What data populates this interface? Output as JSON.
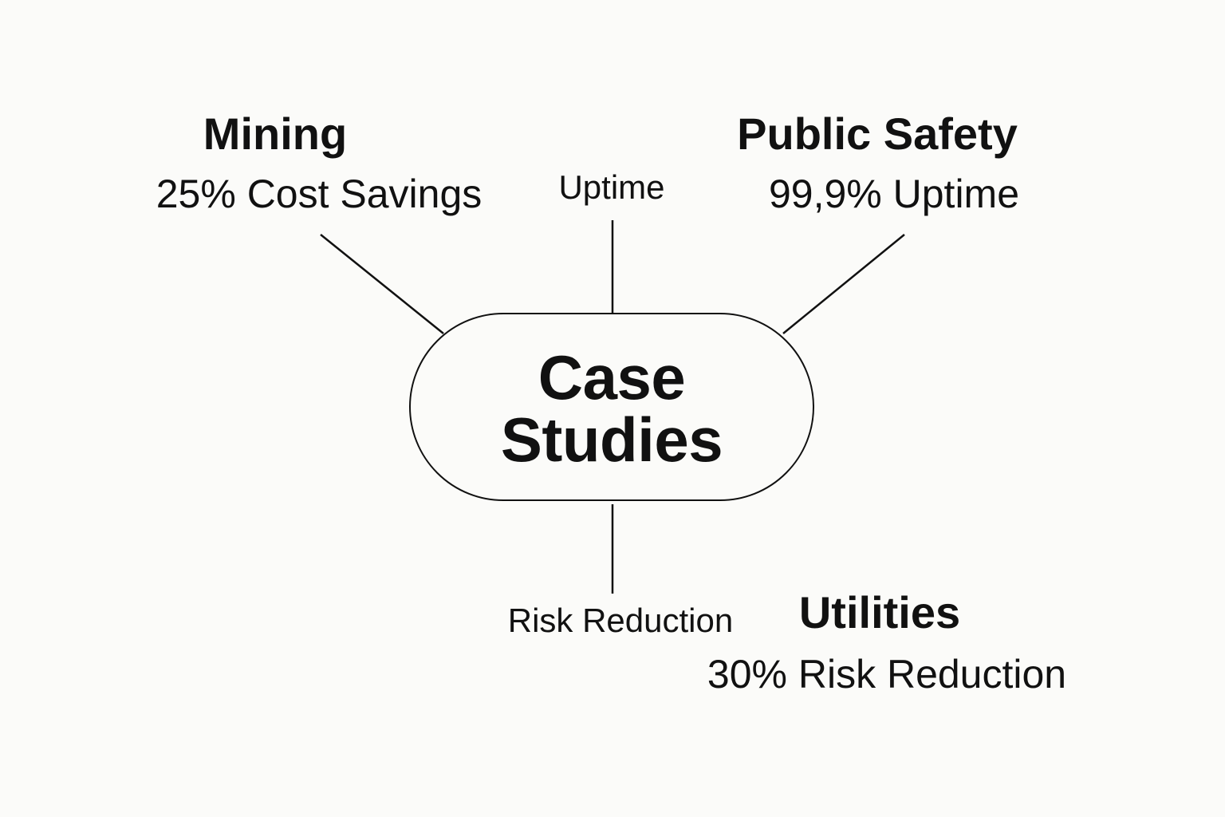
{
  "hub": {
    "line1": "Case",
    "line2": "Studies"
  },
  "branches": {
    "mining": {
      "title": "Mining",
      "metric": "25% Cost Savings"
    },
    "public_safety": {
      "title": "Public Safety",
      "metric": "99,9% Uptime"
    },
    "utilities": {
      "title": "Utilities",
      "metric": "30% Risk Reduction"
    }
  },
  "connector_labels": {
    "top": "Uptime",
    "bottom": "Risk Reduction"
  },
  "colors": {
    "background": "#fbfbf9",
    "ink": "#111111"
  }
}
